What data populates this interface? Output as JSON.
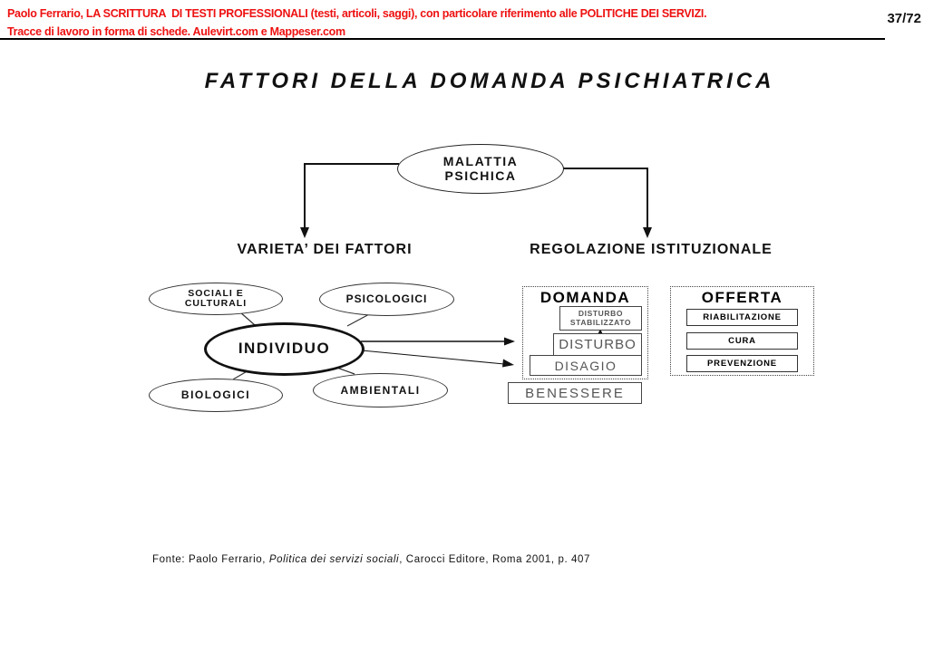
{
  "header": {
    "line1": "Paolo Ferrario, LA SCRITTURA  DI TESTI PROFESSIONALI (testi, articoli, saggi), con particolare riferimento alle POLITICHE DEI SERVIZI.",
    "line2": "Tracce di lavoro in forma di schede. Aulevirt.com e Mappeser.com",
    "page_number": "37/72"
  },
  "title": "FATTORI DELLA DOMANDA PSICHIATRICA",
  "diagram": {
    "root": {
      "line1": "MALATTIA",
      "line2": "PSICHICA"
    },
    "branch_left_label": "VARIETA’ DEI FATTORI",
    "branch_right_label": "REGOLAZIONE ISTITUZIONALE",
    "factors": {
      "center": "INDIVIDUO",
      "sociali_culturali": {
        "line1": "SOCIALI E",
        "line2": "CULTURALI"
      },
      "psicologici": "PSICOLOGICI",
      "biologici": "BIOLOGICI",
      "ambientali": "AMBIENTALI"
    },
    "domanda": {
      "title": "DOMANDA",
      "disturbo_stabilizzato": {
        "line1": "DISTURBO",
        "line2": "STABILIZZATO"
      },
      "disturbo": "DISTURBO",
      "disagio": "DISAGIO"
    },
    "benessere": "BENESSERE",
    "offerta": {
      "title": "OFFERTA",
      "items": [
        "RIABILITAZIONE",
        "CURA",
        "PREVENZIONE"
      ]
    }
  },
  "footer": {
    "prefix": "Fonte: Paolo Ferrario, ",
    "italic": "Politica dei servizi sociali",
    "suffix": ", Carocci Editore, Roma 2001, p. 407"
  },
  "colors": {
    "accent_red": "#ee1111",
    "gray_text": "#555555",
    "ink": "#111111"
  }
}
